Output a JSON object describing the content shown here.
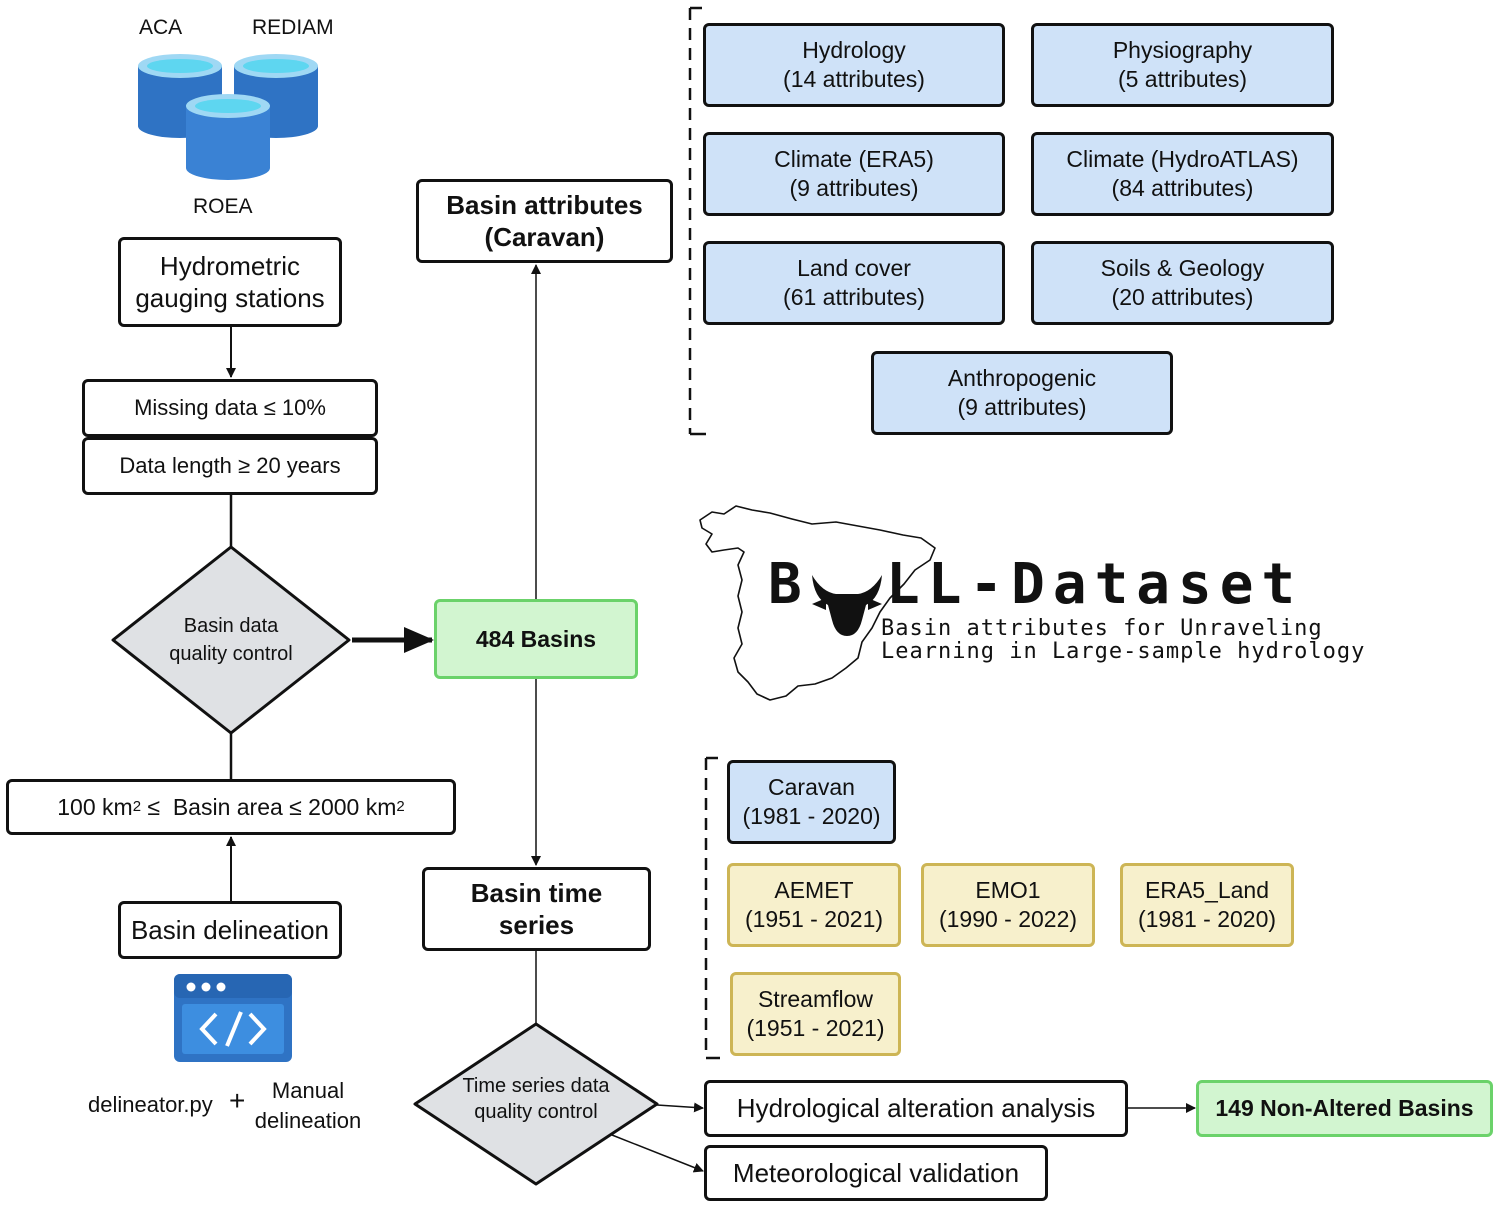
{
  "sources": {
    "aca": "ACA",
    "rediam": "REDIAM",
    "roea": "ROEA"
  },
  "left_flow": {
    "gauging": [
      "Hydrometric",
      "gauging stations"
    ],
    "missing": "Missing data ≤ 10%",
    "length": "Data length ≥ 20 years",
    "quality": [
      "Basin data",
      "quality control"
    ],
    "area": {
      "a": "100 km",
      "sup1": "2",
      "b": " ≤  Basin area ≤ 2000 km",
      "sup2": "2"
    },
    "delineation": "Basin delineation",
    "tool_left": "delineator.py",
    "plus": "+",
    "tool_right": [
      "Manual",
      "delineation"
    ]
  },
  "center": {
    "attributes_title": [
      "Basin attributes",
      "(Caravan)"
    ],
    "basins": "484 Basins",
    "timeseries_title": [
      "Basin time",
      "series"
    ],
    "ts_quality": [
      "Time series data",
      "quality control"
    ]
  },
  "attributes": [
    {
      "name": "Hydrology",
      "count": "(14 attributes)"
    },
    {
      "name": "Physiography",
      "count": "(5 attributes)"
    },
    {
      "name": "Climate (ERA5)",
      "count": "(9 attributes)"
    },
    {
      "name": "Climate (HydroATLAS)",
      "count": "(84 attributes)"
    },
    {
      "name": "Land cover",
      "count": "(61 attributes)"
    },
    {
      "name": "Soils & Geology",
      "count": "(20 attributes)"
    },
    {
      "name": "Anthropogenic",
      "count": "(9 attributes)"
    }
  ],
  "logo": {
    "title_pre": "B",
    "title_post": "LL-Dataset",
    "subtitle": [
      "Basin attributes for Unraveling",
      "Learning in Large-sample hydrology"
    ]
  },
  "timeseries_sources": [
    {
      "name": "Caravan",
      "range": "(1981 - 2020)"
    },
    {
      "name": "AEMET",
      "range": "(1951 - 2021)"
    },
    {
      "name": "EMO1",
      "range": "(1990 - 2022)"
    },
    {
      "name": "ERA5_Land",
      "range": "(1981 - 2020)"
    },
    {
      "name": "Streamflow",
      "range": "(1951 - 2021)"
    }
  ],
  "outputs": {
    "alteration": "Hydrological alteration analysis",
    "nonaltered": "149 Non-Altered Basins",
    "meteo": "Meteorological validation"
  },
  "colors": {
    "attr_fill": "#cfe2f8",
    "ts_yellow_fill": "#f7f0cc",
    "ts_yellow_border": "#cdb555",
    "green_fill": "#d2f5d0",
    "green_border": "#6bd26a",
    "diamond_fill": "#dfe1e4",
    "db_blue": "#2f73c4"
  }
}
